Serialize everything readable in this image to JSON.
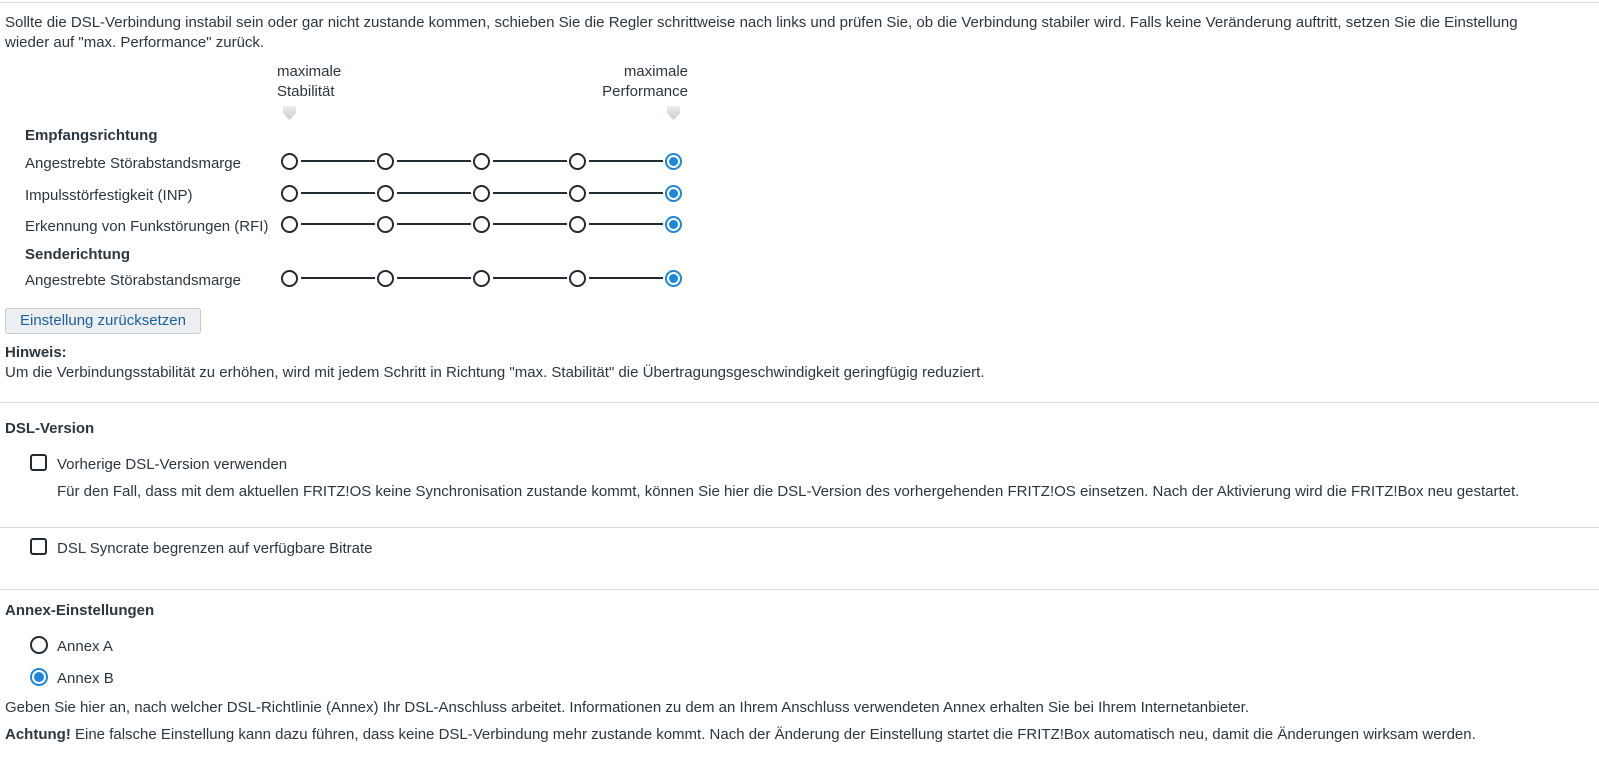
{
  "colors": {
    "accent_blue": "#1e86d7",
    "text": "#2b363f",
    "divider": "#d9dcde",
    "button_bg": "#eceff1",
    "button_text": "#1d5e9f"
  },
  "intro": "Sollte die DSL-Verbindung instabil sein oder gar nicht zustande kommen, schieben Sie die Regler schrittweise nach links und prüfen Sie, ob die Verbindung stabiler wird. Falls keine Veränderung auftritt, setzen Sie die Einstellung wieder auf \"max. Performance\" zurück.",
  "slider": {
    "scale_left_line1": "maximale",
    "scale_left_line2": "Stabilität",
    "scale_right_line1": "maximale",
    "scale_right_line2": "Performance",
    "steps": 5,
    "groups": [
      {
        "title": "Empfangsrichtung",
        "rows": [
          {
            "label": "Angestrebte Störabstandsmarge",
            "value": 5
          },
          {
            "label": "Impulsstörfestigkeit (INP)",
            "value": 5
          },
          {
            "label": "Erkennung von Funkstörungen (RFI)",
            "value": 5
          }
        ]
      },
      {
        "title": "Senderichtung",
        "rows": [
          {
            "label": "Angestrebte Störabstandsmarge",
            "value": 5
          }
        ]
      }
    ],
    "reset_button": "Einstellung zurücksetzen"
  },
  "hinweis": {
    "title": "Hinweis:",
    "text": "Um die Verbindungsstabilität zu erhöhen, wird mit jedem Schritt in Richtung \"max. Stabilität\" die Übertragungsgeschwindigkeit geringfügig reduziert."
  },
  "dsl_version": {
    "title": "DSL-Version",
    "checkbox_label": "Vorherige DSL-Version verwenden",
    "checked": false,
    "description": "Für den Fall, dass mit dem aktuellen FRITZ!OS keine Synchronisation zustande kommt, können Sie hier die DSL-Version des vorhergehenden FRITZ!OS einsetzen. Nach der Aktivierung wird die FRITZ!Box neu gestartet."
  },
  "syncrate": {
    "checkbox_label": "DSL Syncrate begrenzen auf verfügbare Bitrate",
    "checked": false
  },
  "annex": {
    "title": "Annex-Einstellungen",
    "options": [
      {
        "label": "Annex A",
        "selected": false
      },
      {
        "label": "Annex B",
        "selected": true
      }
    ],
    "description": "Geben Sie hier an, nach welcher DSL-Richtlinie (Annex) Ihr DSL-Anschluss arbeitet. Informationen zu dem an Ihrem Anschluss verwendeten Annex erhalten Sie bei Ihrem Internetanbieter.",
    "warning_label": "Achtung!",
    "warning_text": "Eine falsche Einstellung kann dazu führen, dass keine DSL-Verbindung mehr zustande kommt. Nach der Änderung der Einstellung startet die FRITZ!Box automatisch neu, damit die Änderungen wirksam werden."
  }
}
